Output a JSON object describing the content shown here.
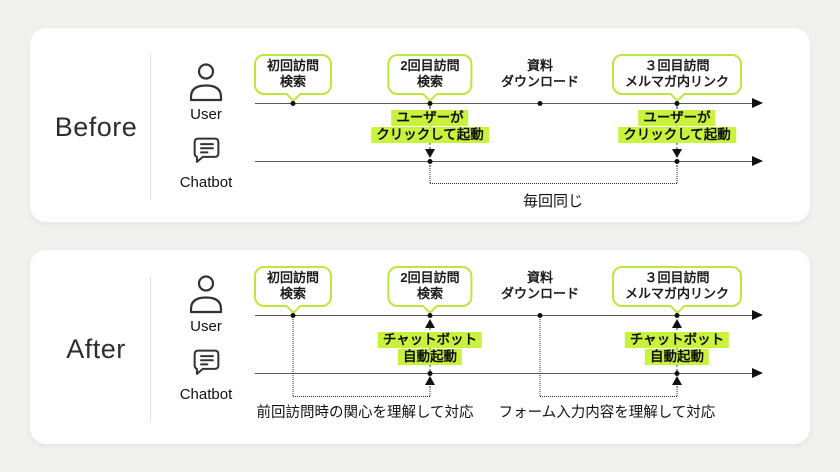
{
  "panels": {
    "before": {
      "label": "Before",
      "user_label": "User",
      "chatbot_label": "Chatbot",
      "events": [
        {
          "line1": "初回訪問",
          "line2": "検索"
        },
        {
          "line1": "2回目訪問",
          "line2": "検索"
        },
        {
          "line1": "資料",
          "line2": "ダウンロード"
        },
        {
          "line1": "３回目訪問",
          "line2": "メルマガ内リンク"
        }
      ],
      "trigger": {
        "line1": "ユーザーが",
        "line2": "クリックして起動"
      },
      "caption": "毎回同じ"
    },
    "after": {
      "label": "After",
      "user_label": "User",
      "chatbot_label": "Chatbot",
      "events": [
        {
          "line1": "初回訪問",
          "line2": "検索"
        },
        {
          "line1": "2回目訪問",
          "line2": "検索"
        },
        {
          "line1": "資料",
          "line2": "ダウンロード"
        },
        {
          "line1": "３回目訪問",
          "line2": "メルマガ内リンク"
        }
      ],
      "trigger": {
        "line1": "チャットボット",
        "line2": "自動起動"
      },
      "caption_left": "前回訪問時の関心を理解して対応",
      "caption_right": "フォーム入力内容を理解して対応"
    }
  },
  "colors": {
    "bubble_border": "#bce73c",
    "highlight": "#c9f23d",
    "background": "#f0f0ee",
    "timeline": "#5a5a5a"
  }
}
